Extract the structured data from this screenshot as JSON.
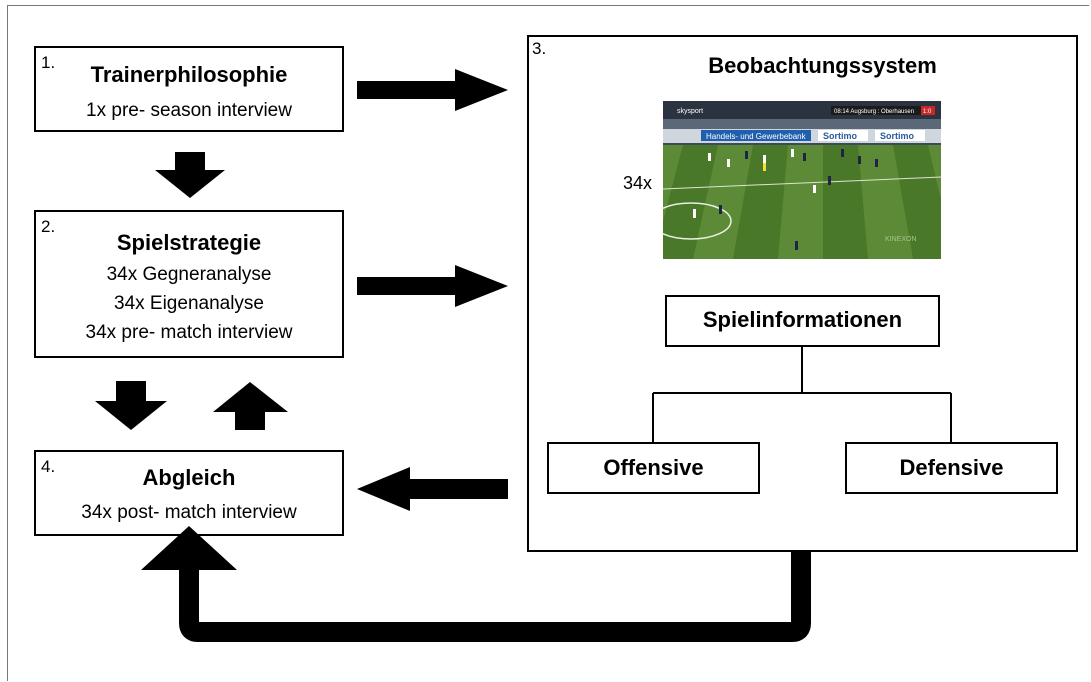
{
  "box1": {
    "number": "1.",
    "title": "Trainerphilosophie",
    "lines": [
      "1x pre- season interview"
    ]
  },
  "box2": {
    "number": "2.",
    "title": "Spielstrategie",
    "lines": [
      "34x Gegneranalyse",
      "34x Eigenanalyse",
      "34x pre- match interview"
    ]
  },
  "box3": {
    "number": "3.",
    "title": "Beobachtungssystem",
    "video_count": "34x"
  },
  "box4": {
    "number": "4.",
    "title": "Abgleich",
    "lines": [
      "34x post- match interview"
    ]
  },
  "tree": {
    "root": "Spielinformationen",
    "left": "Offensive",
    "right": "Defensive"
  },
  "video_frame": {
    "broadcaster": "skysport",
    "scoreboard": "08:14  Augsburg : Oberhausen",
    "score": "1:0",
    "banner": "Handels- und Gewerbebank",
    "ad1": "Sortimo",
    "ad2": "Sortimo",
    "watermark": "KINEXON"
  },
  "colors": {
    "arrow": "#000000",
    "pitch_light": "#5d8a36",
    "pitch_dark": "#4a7829"
  }
}
